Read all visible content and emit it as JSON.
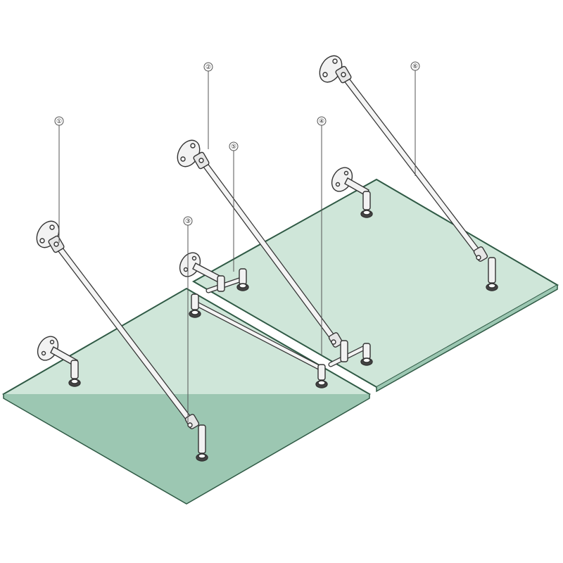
{
  "callouts": [
    {
      "id": "c1",
      "label": "①"
    },
    {
      "id": "c2",
      "label": "②"
    },
    {
      "id": "c3",
      "label": "③"
    },
    {
      "id": "c4",
      "label": "④"
    },
    {
      "id": "c5",
      "label": "⑤"
    },
    {
      "id": "c6",
      "label": "⑥"
    }
  ],
  "colors": {
    "glass_fill": "#cfe6d9",
    "glass_edge": "#2f5a45",
    "steel_fill": "#f2f2f2",
    "steel_stroke": "#333333",
    "leader": "#555555"
  }
}
